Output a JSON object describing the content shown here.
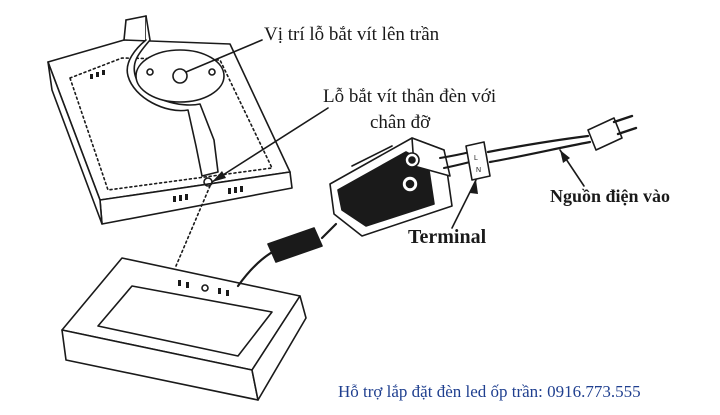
{
  "labels": {
    "ceiling_screw_hole": "Vị trí lỗ bắt vít lên trần",
    "body_screw_hole_line1": "Lỗ bắt vít thân đèn với",
    "body_screw_hole_line2": "chân đỡ",
    "terminal": "Terminal",
    "power_input": "Nguồn điện vào"
  },
  "footer": {
    "support_text": "Hỗ trợ lắp đặt đèn led ốp trần: 0916.773.555"
  },
  "colors": {
    "line": "#1a1a1a",
    "footer_text": "#1f3f8f"
  }
}
